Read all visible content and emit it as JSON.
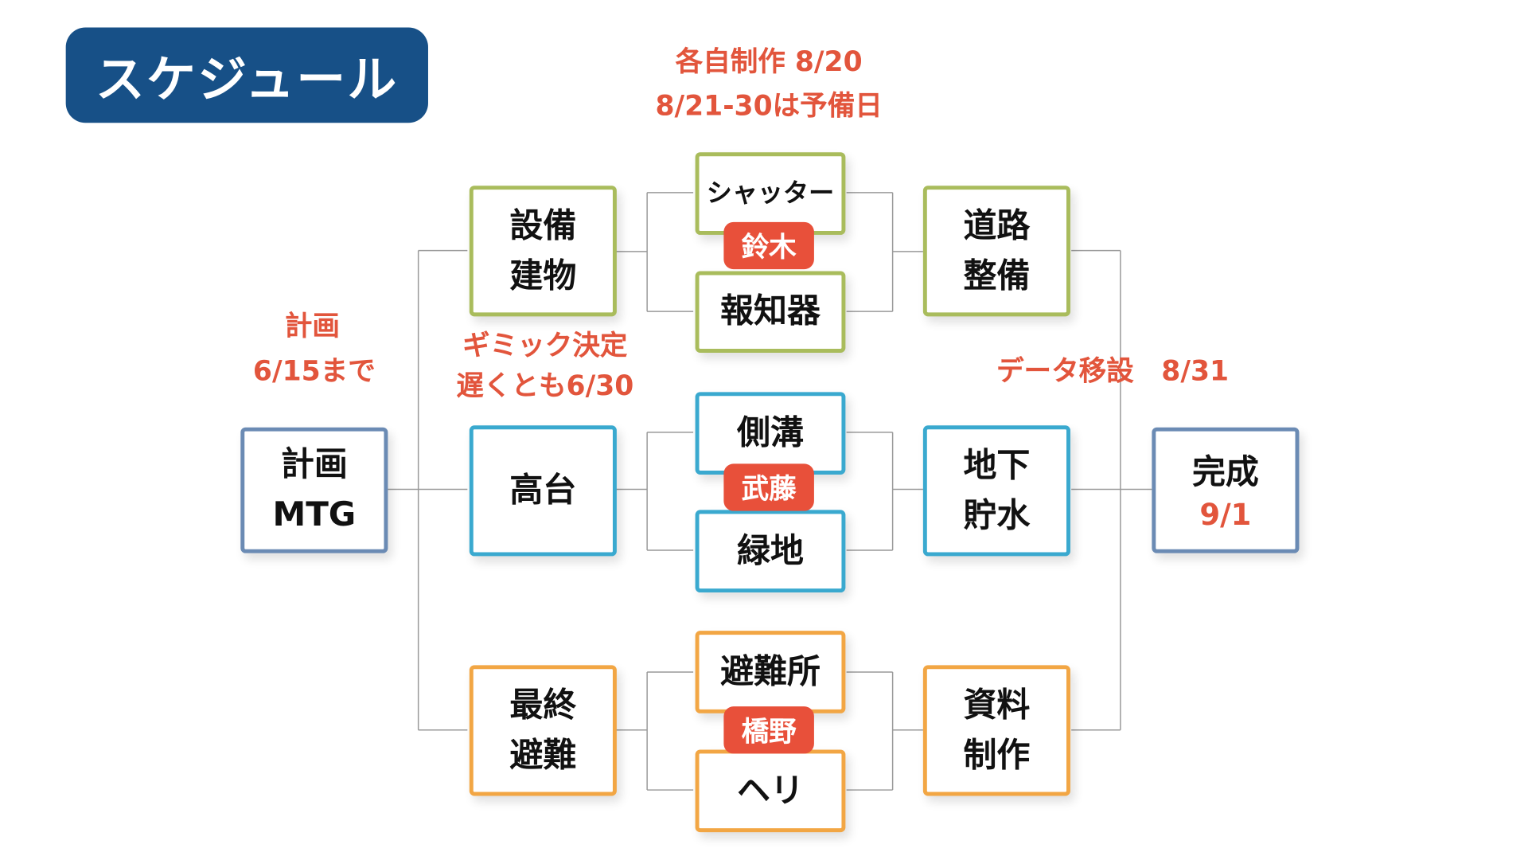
{
  "title": "スケジュール",
  "notes": {
    "individual_1": "各自制作 8/20",
    "individual_2": "8/21-30は予備日",
    "plan_1": "計画",
    "plan_2": "6/15まで",
    "gimmick_1": "ギミック決定",
    "gimmick_2": "遅くとも6/30",
    "data": "データ移設　8/31"
  },
  "start": {
    "line1": "計画",
    "line2": "MTG"
  },
  "column2": [
    {
      "line1": "設備",
      "line2": "建物"
    },
    {
      "line1": "高台",
      "line2": ""
    },
    {
      "line1": "最終",
      "line2": "避難"
    }
  ],
  "column3": [
    "シャッター",
    "報知器",
    "側溝",
    "緑地",
    "避難所",
    "ヘリ"
  ],
  "assignees": [
    "鈴木",
    "武藤",
    "橋野"
  ],
  "column4": [
    {
      "line1": "道路",
      "line2": "整備"
    },
    {
      "line1": "地下",
      "line2": "貯水"
    },
    {
      "line1": "資料",
      "line2": "制作"
    }
  ],
  "end": {
    "label": "完成",
    "date": "9/1"
  },
  "colors": {
    "title_bg": "#175087",
    "accent": "#e2553c",
    "green": "#a9bc5c",
    "cyan": "#3aa9cf",
    "orange": "#f2a644",
    "blue": "#6b8bb4"
  }
}
